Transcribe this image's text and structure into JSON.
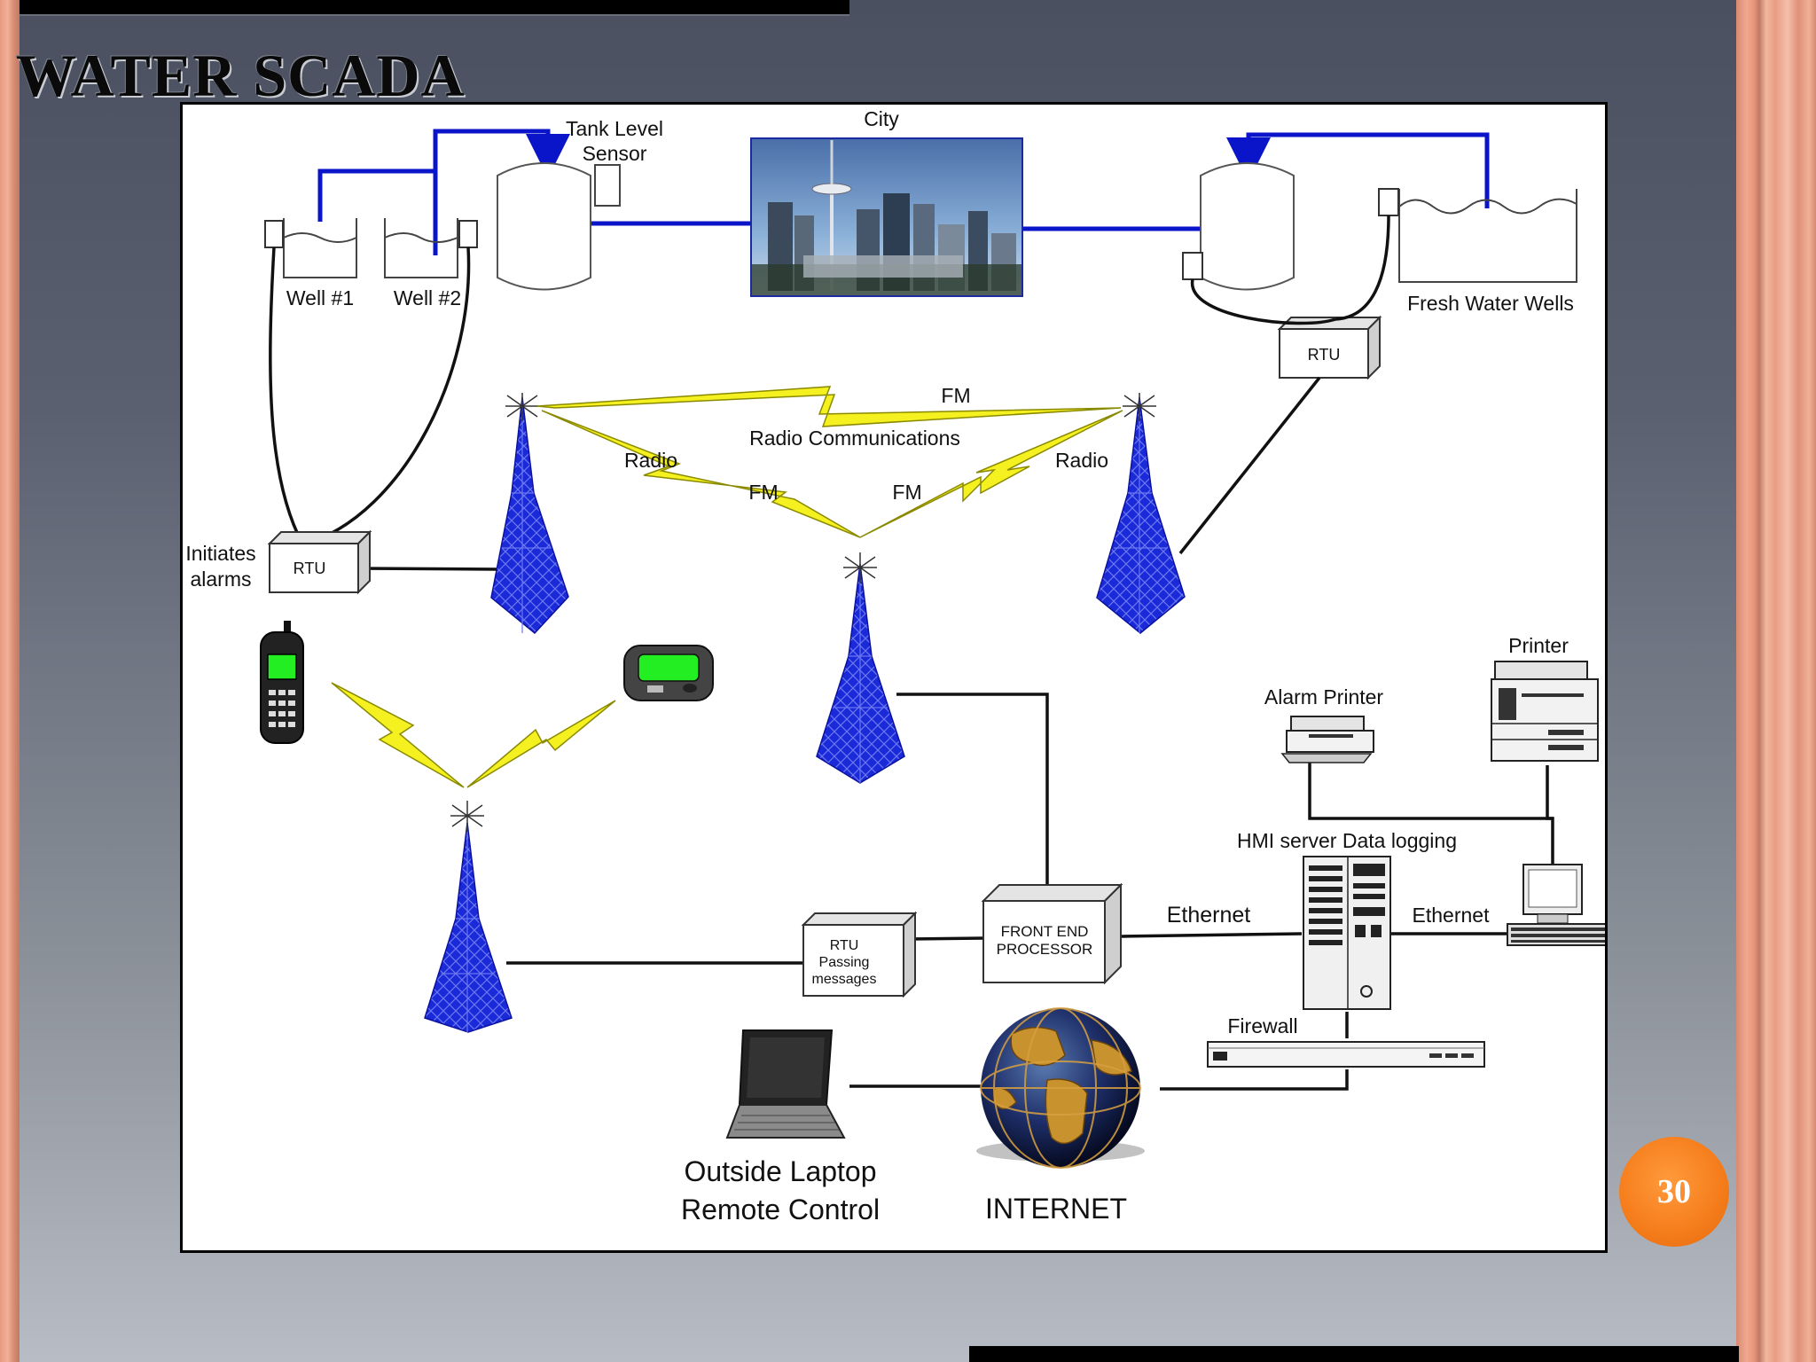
{
  "slide": {
    "title": "WATER SCADA",
    "page_number": "30"
  },
  "diagram": {
    "labels": {
      "tank_level_sensor_1": "Tank Level",
      "tank_level_sensor_2": "Sensor",
      "city": "City",
      "well_1": "Well #1",
      "well_2": "Well #2",
      "fresh_water_wells": "Fresh Water Wells",
      "rtu_right": "RTU",
      "rtu_left": "RTU",
      "fm_top": "FM",
      "radio_communications": "Radio Communications",
      "radio_left": "Radio",
      "radio_right": "Radio",
      "fm_left": "FM",
      "fm_right": "FM",
      "initiates_alarms_1": "Initiates",
      "initiates_alarms_2": "alarms",
      "printer": "Printer",
      "alarm_printer": "Alarm Printer",
      "hmi_server": "HMI server Data logging",
      "ethernet_left": "Ethernet",
      "ethernet_right": "Ethernet",
      "front_end_1": "FRONT END",
      "front_end_2": "PROCESSOR",
      "rtu_passing_1": "RTU",
      "rtu_passing_2": "Passing",
      "rtu_passing_3": "messages",
      "firewall": "Firewall",
      "outside_laptop_1": "Outside Laptop",
      "outside_laptop_2": "Remote Control",
      "internet": "INTERNET"
    },
    "colors": {
      "pipe": "#0a14c8",
      "tower": "#1a2ad8",
      "lightning": "#f5f020",
      "lcd": "#22ee22"
    }
  }
}
